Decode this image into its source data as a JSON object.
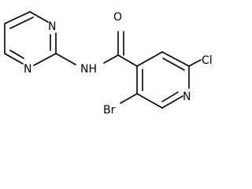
{
  "molecule": {
    "atoms": {
      "pyrimidine_n_top": "N",
      "pyrimidine_n_bottom": "N",
      "amide_nh": "NH",
      "carbonyl_o": "O",
      "pyridine_n": "N",
      "chlorine": "Cl",
      "bromine": "Br"
    }
  }
}
